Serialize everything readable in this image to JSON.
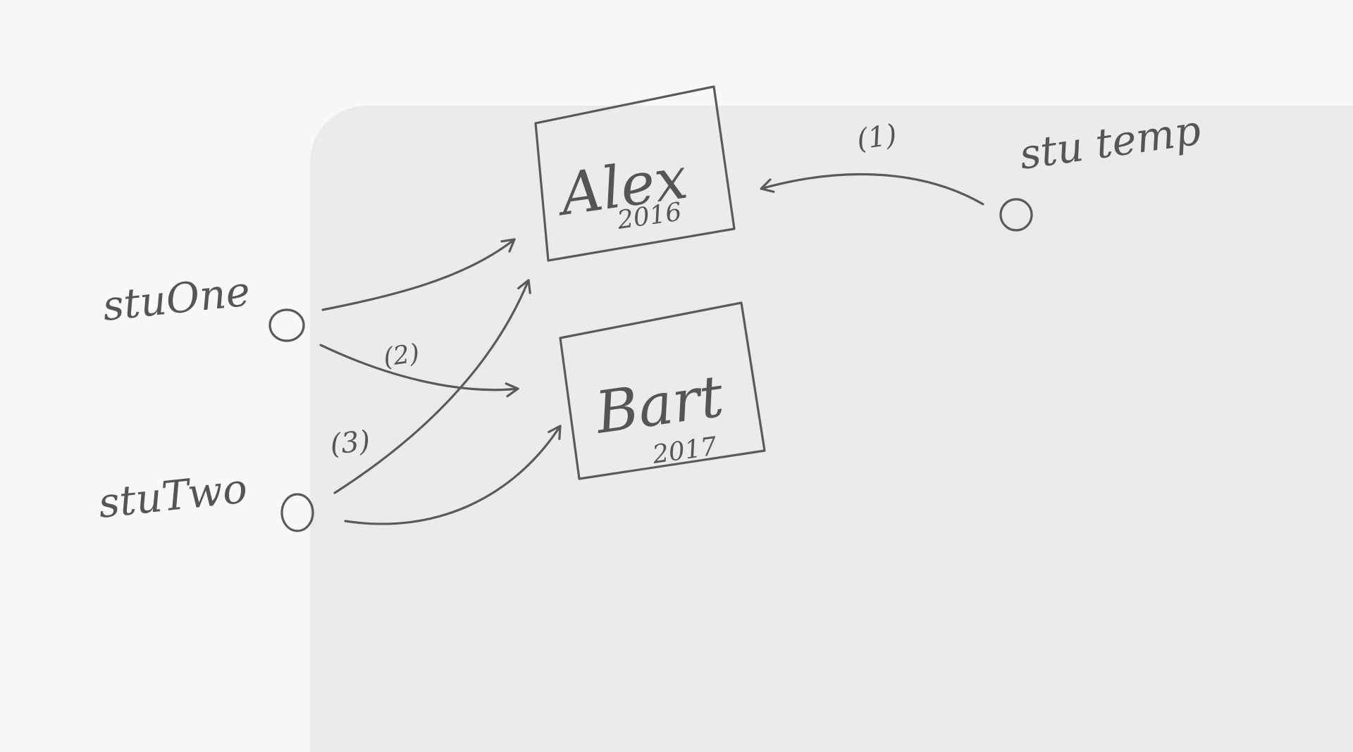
{
  "boxes": {
    "alex": {
      "name": "Alex",
      "year": "2016"
    },
    "bart": {
      "name": "Bart",
      "year": "2017"
    }
  },
  "variables": {
    "stuone": "stuOne",
    "stutwo": "stuTwo",
    "stutemp": "stu temp"
  },
  "steps": {
    "one": "(1)",
    "two": "(2)",
    "three": "(3)"
  }
}
